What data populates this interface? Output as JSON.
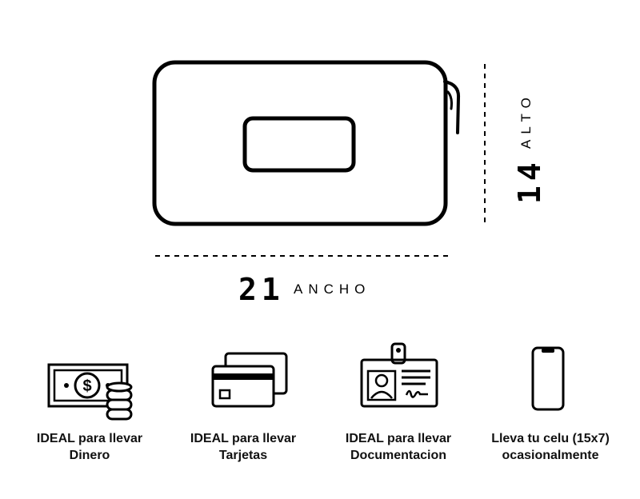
{
  "dimensions": {
    "width_value": "21",
    "width_label": "ANCHO",
    "height_value": "14",
    "height_label": "ALTO"
  },
  "features": [
    {
      "icon": "money-icon",
      "line1": "IDEAL para llevar",
      "line2": "Dinero"
    },
    {
      "icon": "cards-icon",
      "line1": "IDEAL para llevar",
      "line2": "Tarjetas"
    },
    {
      "icon": "id-badge-icon",
      "line1": "IDEAL para llevar",
      "line2": "Documentacion"
    },
    {
      "icon": "phone-icon",
      "line1": "Lleva tu celu (15x7)",
      "line2": "ocasionalmente"
    }
  ]
}
